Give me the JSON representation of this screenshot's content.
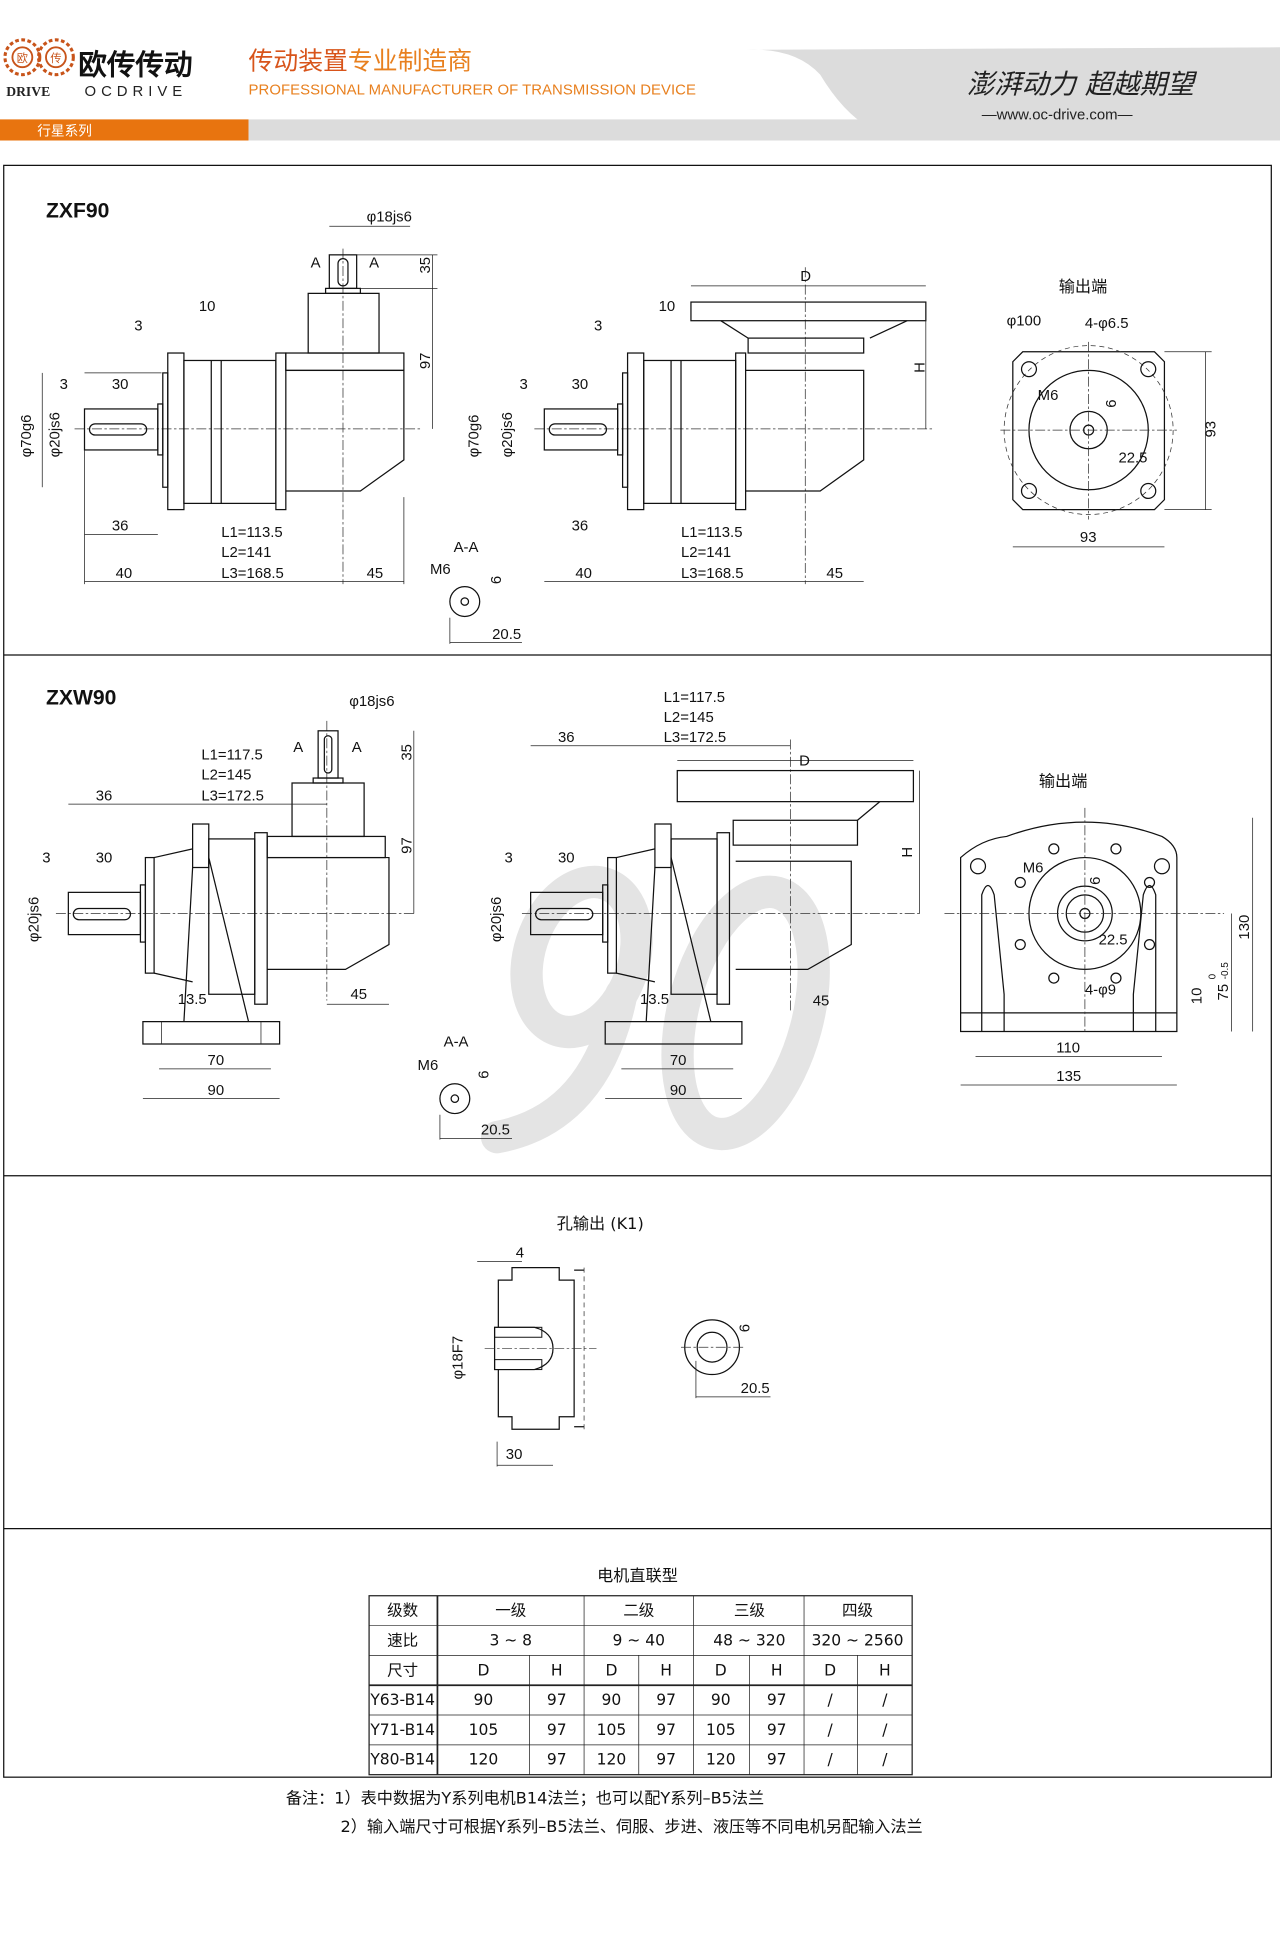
{
  "header": {
    "logo_chars": [
      "欧",
      "传"
    ],
    "brand_cn": "欧传传动",
    "brand_logo_en": "DRIVE",
    "brand_en": "OCDRIVE",
    "tagline_cn_a": "传动装置",
    "tagline_cn_b": "专业制造商",
    "tagline_en": "PROFESSIONAL MANUFACTURER OF TRANSMISSION DEVICE",
    "slogan": "澎湃动力 超越期望",
    "website": "—www.oc-drive.com—",
    "category": "行星系列",
    "colors": {
      "orange": "#e8740f",
      "gray": "#dcdcdc"
    }
  },
  "zxf90": {
    "title": "ZXF90",
    "v1": [
      "φ18js6",
      "A",
      "A",
      "35",
      "97",
      "10",
      "3",
      "3",
      "30",
      "φ70g6",
      "φ20js6",
      "36",
      "L1=113.5",
      "L2=141",
      "L3=168.5",
      "40",
      "45"
    ],
    "aa": [
      "A-A",
      "M6",
      "6",
      "20.5"
    ],
    "v2": [
      "D",
      "H",
      "10",
      "3",
      "3",
      "30",
      "φ70g6",
      "φ20js6",
      "36",
      "L1=113.5",
      "L2=141",
      "L3=168.5",
      "40",
      "45"
    ],
    "out_title": "输出端",
    "out": [
      "φ100",
      "4-φ6.5",
      "M6",
      "6",
      "22.5",
      "93",
      "93"
    ]
  },
  "zxw90": {
    "title": "ZXW90",
    "v1": [
      "φ18js6",
      "A",
      "A",
      "35",
      "97",
      "L1=117.5",
      "L2=145",
      "L3=172.5",
      "36",
      "3",
      "30",
      "φ20js6",
      "13.5",
      "45",
      "70",
      "90"
    ],
    "v2": [
      "L1=117.5",
      "L2=145",
      "L3=172.5",
      "36",
      "D",
      "H",
      "3",
      "30",
      "φ20js6",
      "13.5",
      "45",
      "70",
      "90"
    ],
    "aa": [
      "A-A",
      "M6",
      "6",
      "20.5"
    ],
    "out_title": "输出端",
    "out": [
      "M6",
      "6",
      "22.5",
      "4-φ9",
      "10",
      "75",
      "0",
      "-0.5",
      "130",
      "110",
      "135"
    ],
    "watermark": "90"
  },
  "k1": {
    "title": "孔输出 (K1)",
    "labels": [
      "4",
      "φ18F7",
      "30",
      "6",
      "20.5"
    ]
  },
  "table": {
    "title": "电机直联型",
    "row_stage": [
      "级数",
      "一级",
      "二级",
      "三级",
      "四级"
    ],
    "row_ratio": [
      "速比",
      "3 ~ 8",
      "9 ~ 40",
      "48 ~ 320",
      "320 ~ 2560"
    ],
    "row_size": [
      "尺寸",
      "D",
      "H",
      "D",
      "H",
      "D",
      "H",
      "D",
      "H"
    ],
    "rows": [
      [
        "Y63-B14",
        "90",
        "97",
        "90",
        "97",
        "90",
        "97",
        "/",
        "/"
      ],
      [
        "Y71-B14",
        "105",
        "97",
        "105",
        "97",
        "105",
        "97",
        "/",
        "/"
      ],
      [
        "Y80-B14",
        "120",
        "97",
        "120",
        "97",
        "120",
        "97",
        "/",
        "/"
      ]
    ]
  },
  "notes": [
    "备注：1）表中数据为Y系列电机B14法兰；也可以配Y系列–B5法兰",
    "2）输入端尺寸可根据Y系列–B5法兰、伺服、步进、液压等不同电机另配输入法兰"
  ]
}
